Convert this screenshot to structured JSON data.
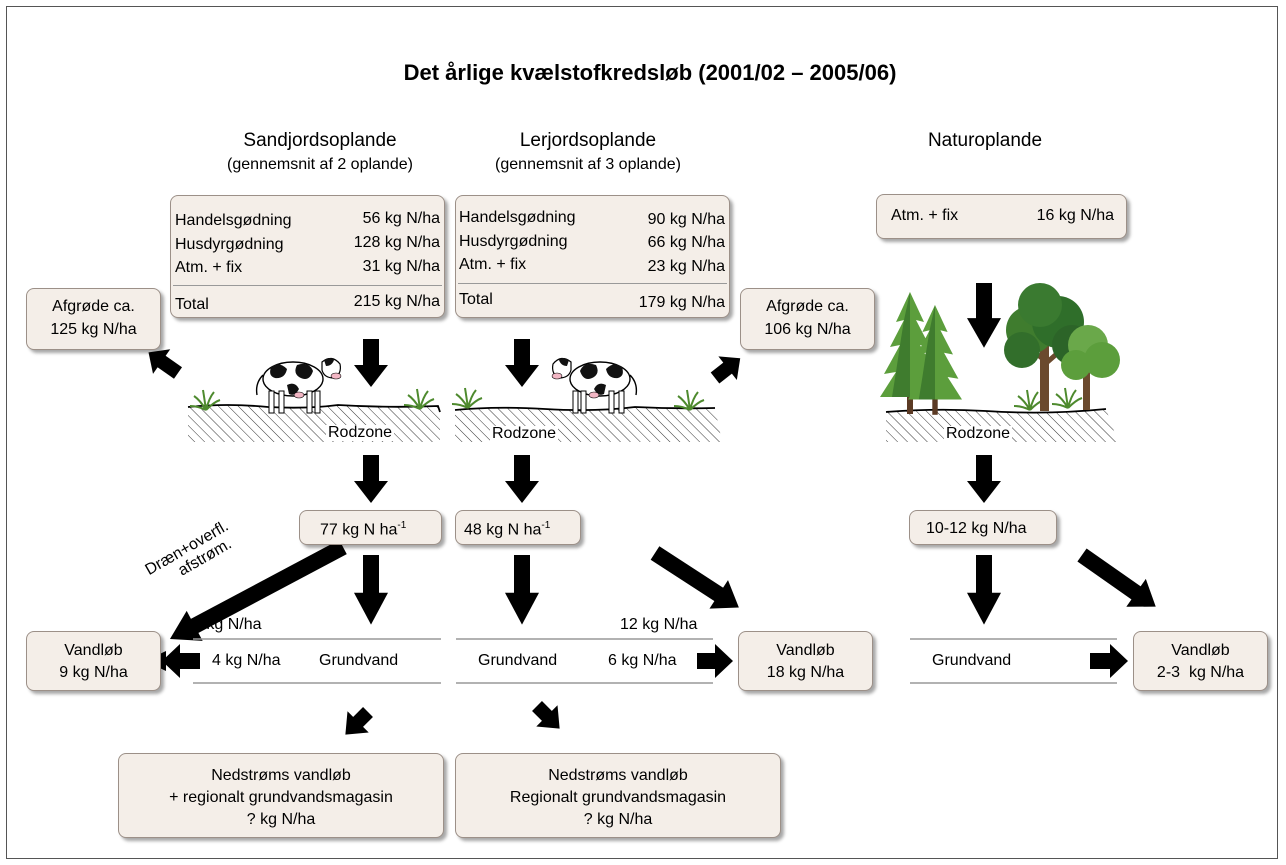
{
  "title": "Det årlige kvælstofkredsløb (2001/02 – 2005/06)",
  "sand": {
    "heading": "Sandjordsoplande",
    "subheading": "(gennemsnit af 2 oplande)",
    "inputs": [
      {
        "label": "Handelsgødning",
        "value": "56 kg N/ha"
      },
      {
        "label": "Husdyrgødning",
        "value": "128 kg N/ha"
      },
      {
        "label": "Atm. + fix",
        "value": "31 kg N/ha"
      }
    ],
    "total": {
      "label": "Total",
      "value": "215 kg N/ha"
    },
    "crop": [
      "Afgrøde ca.",
      "125 kg N/ha"
    ],
    "rootzone": "Rodzone",
    "leach": {
      "text": "77 kg N ha",
      "sup": "-1"
    },
    "drain": [
      "Dræn+overfl.",
      "afstrøm."
    ],
    "groundwater_in": "5 kg N/ha",
    "groundwater_out": "4 kg N/ha",
    "groundwater": "Grundvand",
    "stream": [
      "Vandløb",
      "9 kg N/ha"
    ],
    "downstream": [
      "Nedstrøms vandløb",
      "+ regionalt grundvandsmagasin",
      "? kg N/ha"
    ]
  },
  "clay": {
    "heading": "Lerjordsoplande",
    "subheading": "(gennemsnit af 3 oplande)",
    "inputs": [
      {
        "label": "Handelsgødning",
        "value": "90 kg N/ha"
      },
      {
        "label": "Husdyrgødning",
        "value": "66 kg N/ha"
      },
      {
        "label": "Atm. + fix",
        "value": "23 kg N/ha"
      }
    ],
    "total": {
      "label": "Total",
      "value": "179 kg N/ha"
    },
    "crop": [
      "Afgrøde ca.",
      "106 kg N/ha"
    ],
    "rootzone": "Rodzone",
    "leach": {
      "text": "48 kg N ha",
      "sup": "-1"
    },
    "groundwater_in": "12 kg N/ha",
    "groundwater_out": "6 kg N/ha",
    "groundwater": "Grundvand",
    "stream": [
      "Vandløb",
      "18 kg N/ha"
    ],
    "downstream": [
      "Nedstrøms vandløb",
      "Regionalt grundvandsmagasin",
      "? kg N/ha"
    ]
  },
  "nature": {
    "heading": "Naturoplande",
    "input": {
      "label": "Atm. + fix",
      "value": "16 kg N/ha"
    },
    "rootzone": "Rodzone",
    "leach": "10-12 kg N/ha",
    "groundwater": "Grundvand",
    "stream": [
      "Vandløb",
      "2-3  kg N/ha"
    ]
  },
  "colors": {
    "box_fill": "#f4eee8",
    "box_border": "#9c9088",
    "arrow": "#000000",
    "tree_light": "#5c9e3c",
    "tree_dark": "#2f6e2a",
    "grass": "#4e8a2e"
  }
}
